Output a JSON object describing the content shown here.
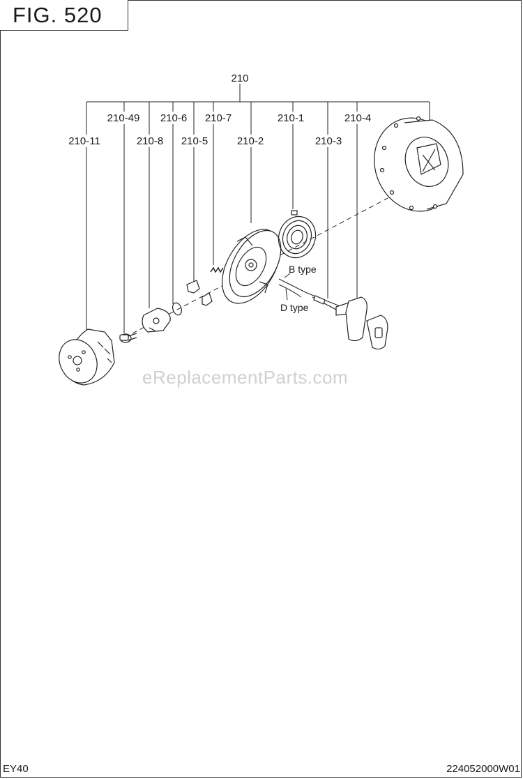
{
  "figure": {
    "title": "FIG. 520"
  },
  "assembly_label": "210",
  "part_labels": {
    "p210_49": "210-49",
    "p210_6": "210-6",
    "p210_7": "210-7",
    "p210_1": "210-1",
    "p210_4": "210-4",
    "p210_11": "210-11",
    "p210_8": "210-8",
    "p210_5": "210-5",
    "p210_2": "210-2",
    "p210_3": "210-3"
  },
  "callouts": {
    "b_type": "B type",
    "d_type": "D type"
  },
  "watermark": "eReplacementParts.com",
  "footer": {
    "model": "EY40",
    "code": "224052000W01"
  }
}
